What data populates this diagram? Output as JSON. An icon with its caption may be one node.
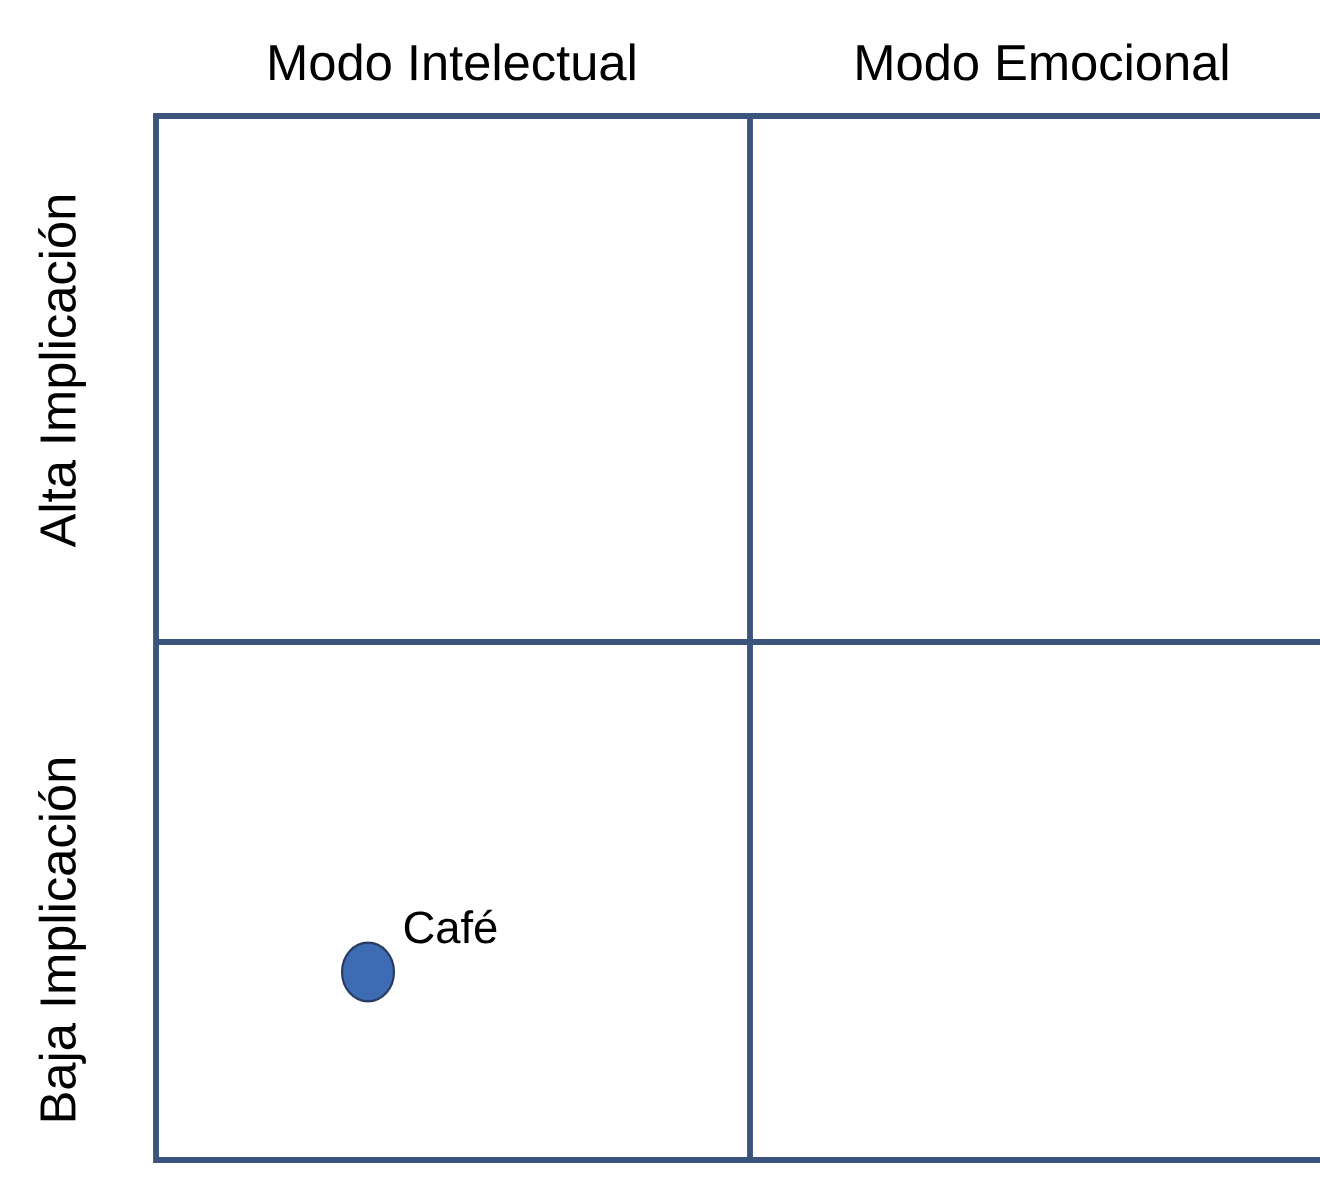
{
  "diagram": {
    "nodes": [
      {
        "text": [],
        "shape": "circle",
        "beside": [
          "Café"
        ]
      }
    ],
    "labels": [
      "Modo Intelectual",
      "Modo Emocional",
      "Alta Implicación",
      "Baja Implicación"
    ]
  }
}
